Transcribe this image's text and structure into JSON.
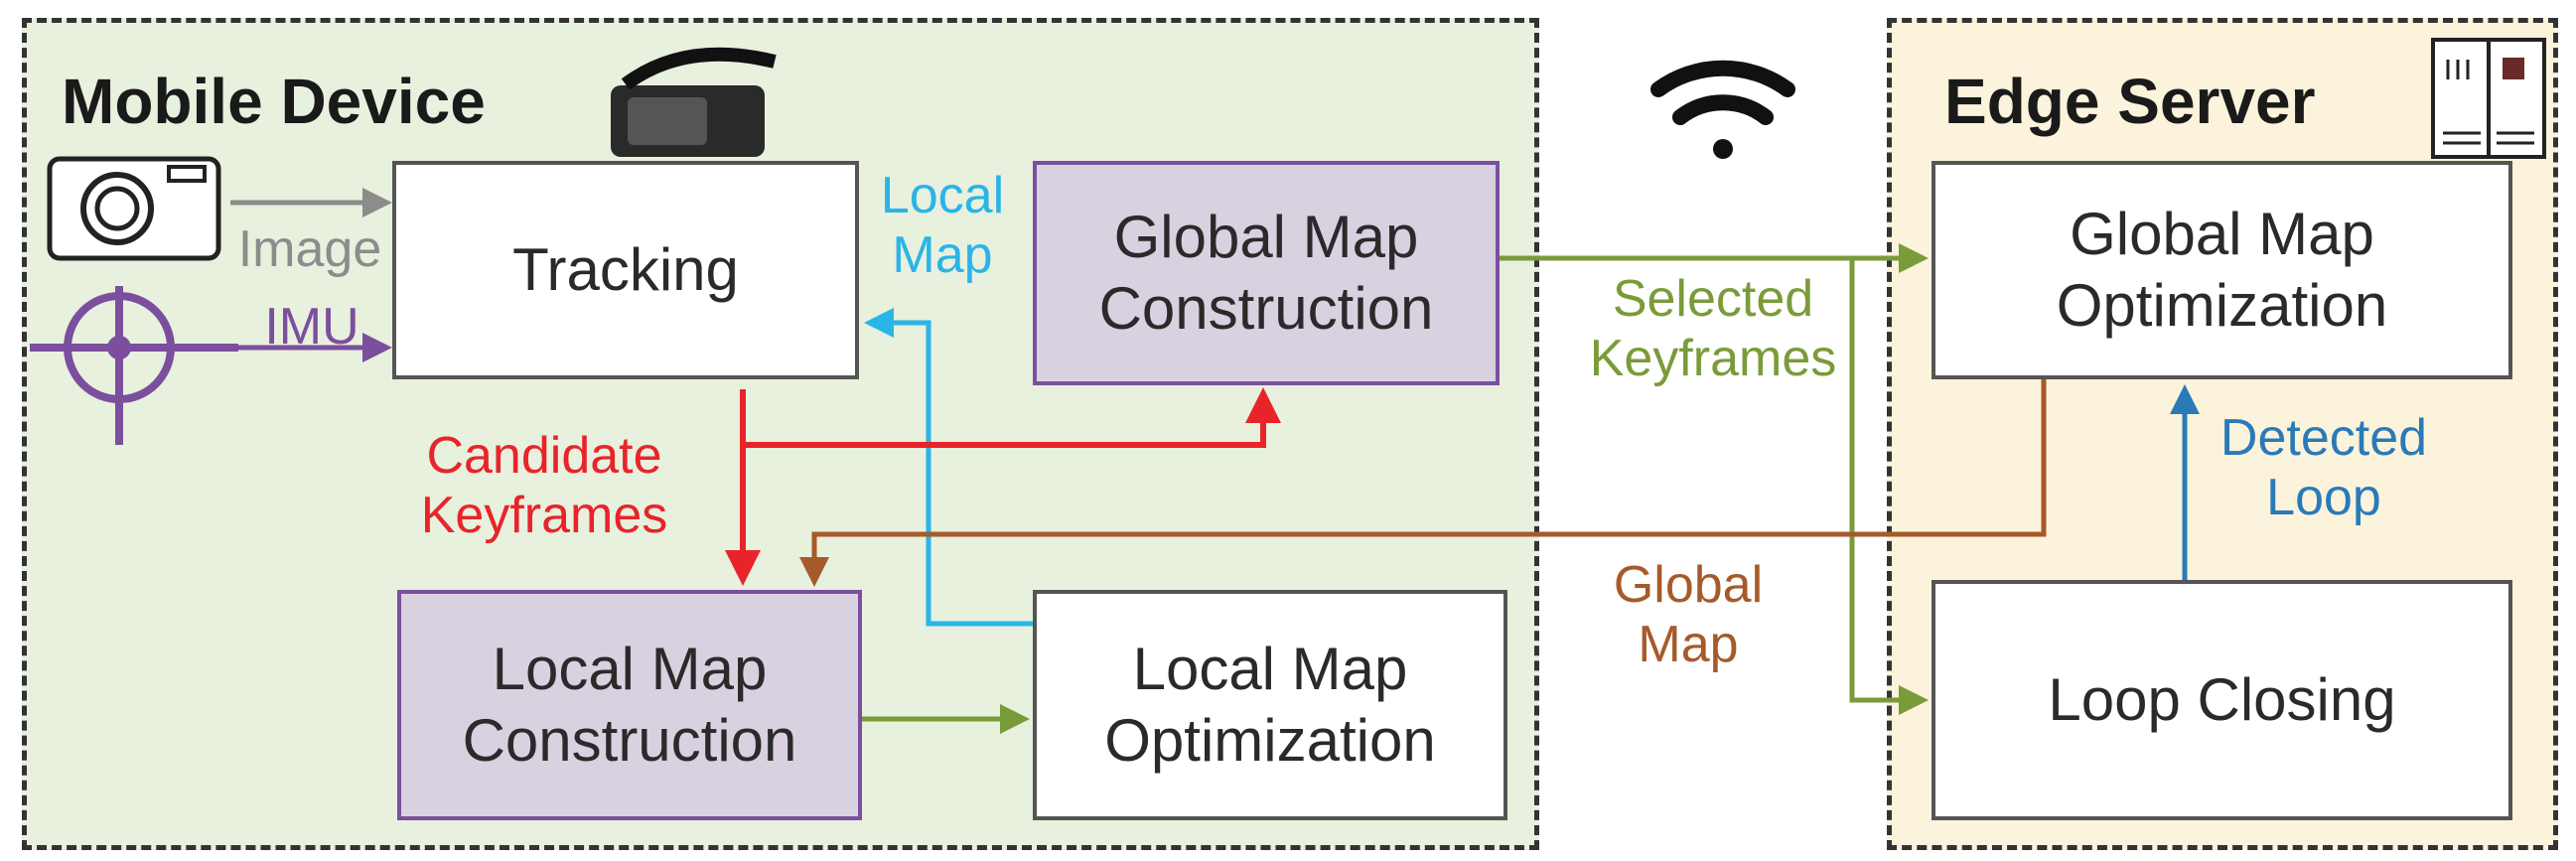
{
  "regions": {
    "mobile": {
      "title": "Mobile Device"
    },
    "edge": {
      "title": "Edge Server"
    }
  },
  "boxes": {
    "tracking": "Tracking",
    "global_map_construction": "Global Map\nConstruction",
    "local_map_construction": "Local Map\nConstruction",
    "local_map_optimization": "Local Map\nOptimization",
    "global_map_optimization": "Global Map\nOptimization",
    "loop_closing": "Loop Closing"
  },
  "labels": {
    "image": "Image",
    "imu": "IMU",
    "local_map": "Local\nMap",
    "candidate_keyframes": "Candidate\nKeyframes",
    "selected_keyframes": "Selected\nKeyframes",
    "global_map": "Global\nMap",
    "detected_loop": "Detected\nLoop"
  },
  "icons": [
    "camera-icon",
    "imu-sensor-icon",
    "vr-headset-icon",
    "wifi-icon",
    "server-icon"
  ],
  "colors": {
    "image_arrow": "#8c8c8c",
    "imu_arrow": "#7b4f9e",
    "local_map_arrow": "#2ab4e8",
    "candidate_arrow": "#e8242a",
    "selected_arrow": "#7a9b3a",
    "global_map_arrow": "#a65a2a",
    "detected_arrow": "#2a7ab8",
    "purple_box_fill": "#d9d1df"
  }
}
